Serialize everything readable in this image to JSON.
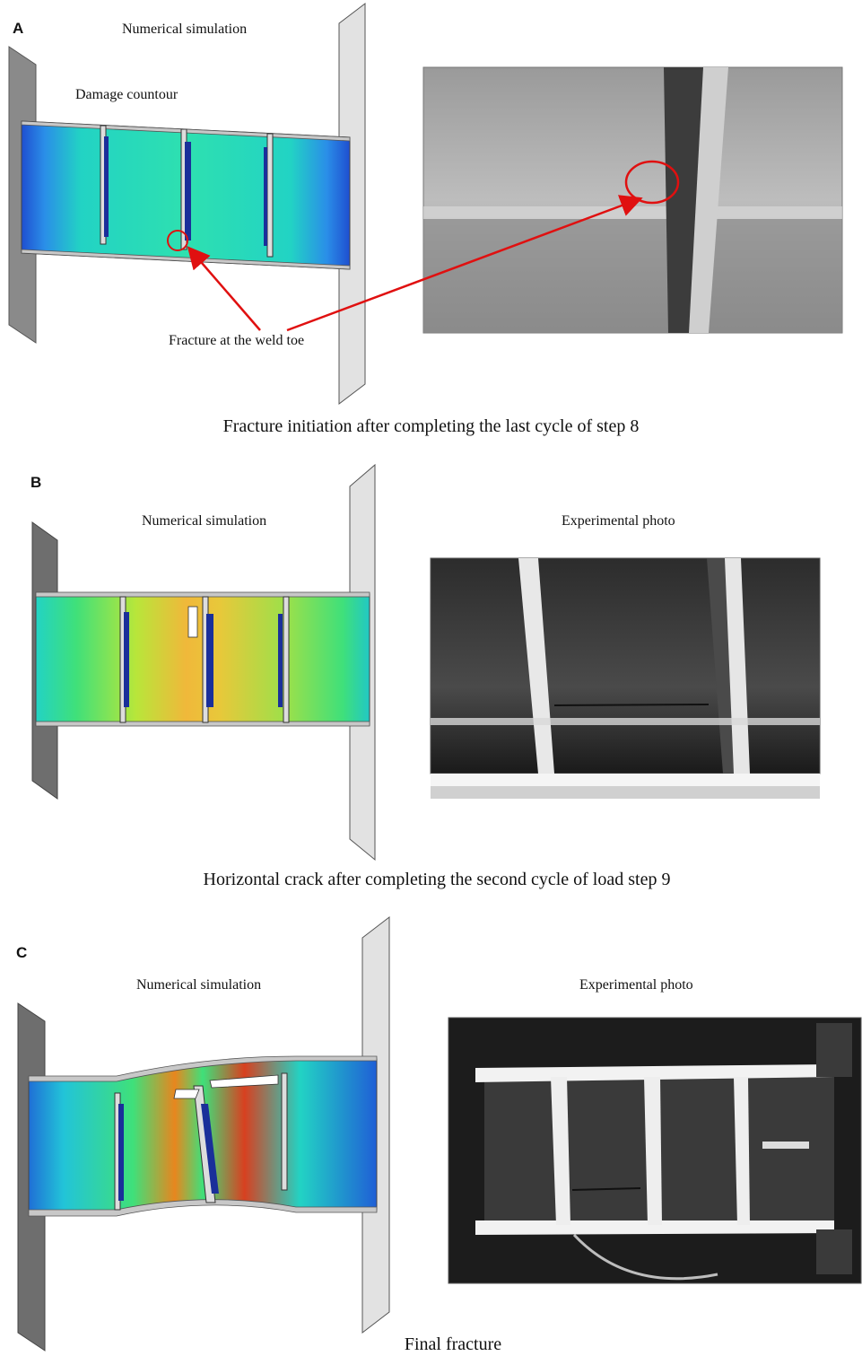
{
  "figure": {
    "panelA": {
      "letter": "A",
      "sim_label": "Numerical simulation",
      "contour_label": "Damage countour",
      "fracture_label": "Fracture at the weld toe",
      "caption": "Fracture initiation after completing the last cycle of step 8"
    },
    "panelB": {
      "letter": "B",
      "sim_label": "Numerical simulation",
      "photo_label": "Experimental photo",
      "caption": "Horizontal crack after completing the second cycle of load step 9"
    },
    "panelC": {
      "letter": "C",
      "sim_label": "Numerical simulation",
      "photo_label": "Experimental photo",
      "caption": "Final fracture"
    }
  },
  "colors": {
    "contour_blue": "#1f5fd6",
    "contour_cyan": "#22d3c4",
    "contour_green": "#3fe07a",
    "contour_yellow": "#d6e83a",
    "contour_orange": "#f08a1e",
    "contour_red": "#d81e1e",
    "annotation_red": "#e01010",
    "plate_gray": "#8a8a8a",
    "plate_light": "#e2e2e2"
  }
}
